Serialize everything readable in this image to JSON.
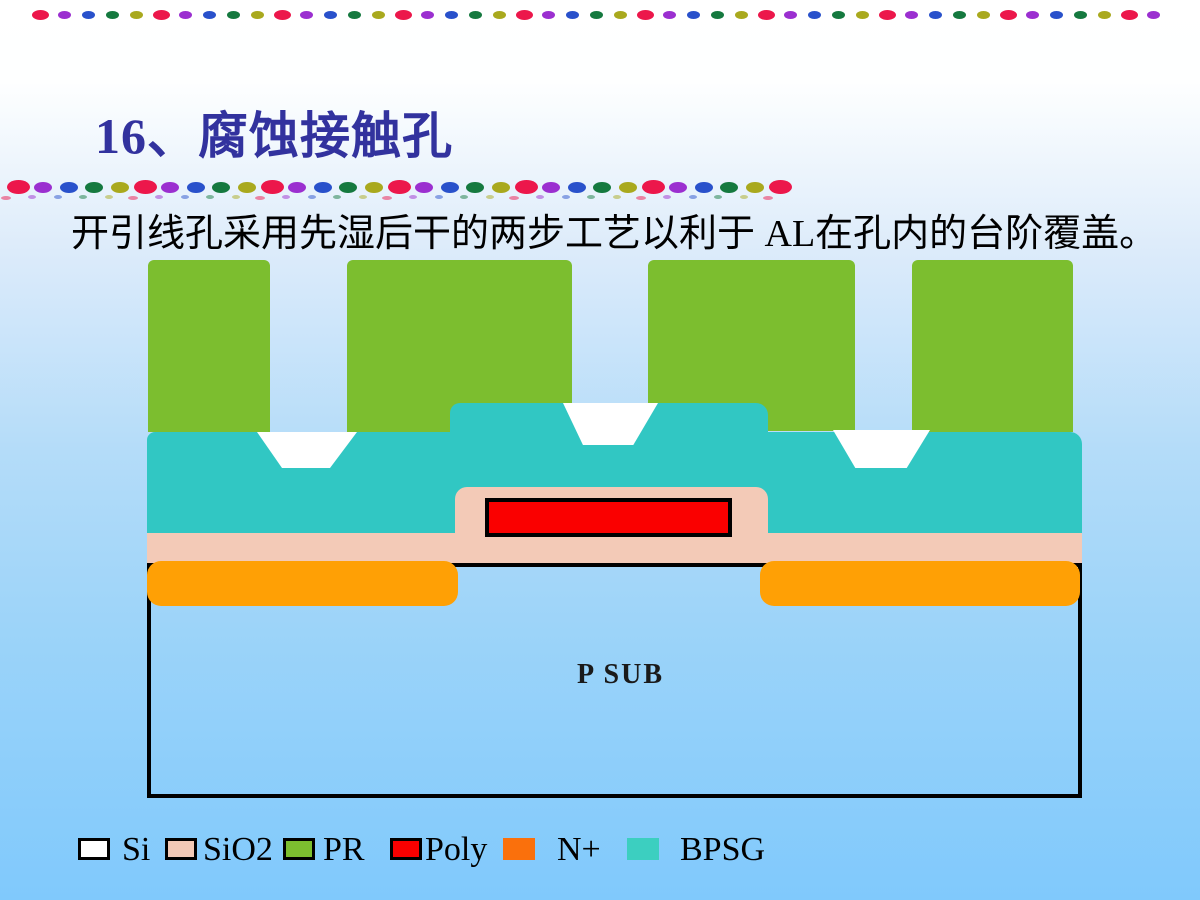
{
  "slide": {
    "title": "16、腐蚀接触孔",
    "body_text": "开引线孔采用先湿后干的两步工艺以利于 AL在孔内的台阶覆盖。",
    "title_color": "#32329E"
  },
  "decorations": {
    "dot_color_cycle": [
      "#EC174B",
      "#9B2FD0",
      "#2951CB",
      "#15793F",
      "#A9A91E"
    ],
    "top_row_dot_count": 47,
    "divider_dot_count": 31
  },
  "diagram": {
    "substrate_label": "P SUB",
    "colors": {
      "si": "#FFFFFF",
      "sio2": "#F3CAB7",
      "pr": "#7CBE2F",
      "poly": "#FA0000",
      "nplus": "#FFA005",
      "bpsg": "#31C7C3",
      "contact_hole": "#FFFFFF",
      "outline": "#000000"
    }
  },
  "legend": {
    "items": [
      {
        "label": "Si",
        "color": "#FFFFFF",
        "border": true
      },
      {
        "label": "SiO2",
        "color": "#F3CAB7",
        "border": true
      },
      {
        "label": "PR",
        "color": "#7CBE2F",
        "border": true
      },
      {
        "label": "Poly",
        "color": "#FA0000",
        "border": true
      },
      {
        "label": "N+",
        "color": "#FA700C",
        "border": false
      },
      {
        "label": "BPSG",
        "color": "#3CCFC0",
        "border": false
      }
    ]
  },
  "background": {
    "top": "#FFFFFF",
    "bottom": "#80C9FC"
  }
}
